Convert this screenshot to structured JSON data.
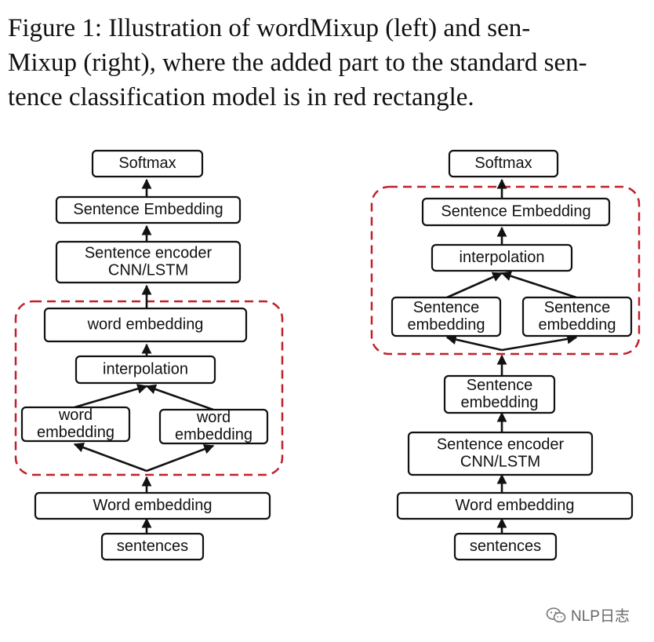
{
  "caption": {
    "lines": [
      "Figure 1: Illustration of wordMixup (left) and sen-",
      "Mixup (right), where the added part to the standard sen-",
      "tence classification model is in red rectangle."
    ]
  },
  "diagram": {
    "highlight_color": "#c0202a",
    "left": {
      "nodes": {
        "softmax": [
          "Softmax"
        ],
        "sentence_embedding": [
          "Sentence Embedding"
        ],
        "sentence_encoder": [
          "Sentence encoder",
          "CNN/LSTM"
        ],
        "word_embedding_mixed": [
          "word embedding"
        ],
        "interpolation": [
          "interpolation"
        ],
        "word_embedding_a": [
          "word",
          "embedding"
        ],
        "word_embedding_b": [
          "word",
          "embedding"
        ],
        "word_embedding_input": [
          "Word embedding"
        ],
        "sentences": [
          "sentences"
        ]
      }
    },
    "right": {
      "nodes": {
        "softmax": [
          "Softmax"
        ],
        "sentence_embedding_mixed": [
          "Sentence Embedding"
        ],
        "interpolation": [
          "interpolation"
        ],
        "sentence_embedding_a": [
          "Sentence",
          "embedding"
        ],
        "sentence_embedding_b": [
          "Sentence",
          "embedding"
        ],
        "sentence_embedding_base": [
          "Sentence",
          "embedding"
        ],
        "sentence_encoder": [
          "Sentence encoder",
          "CNN/LSTM"
        ],
        "word_embedding_input": [
          "Word embedding"
        ],
        "sentences": [
          "sentences"
        ]
      }
    }
  },
  "watermark": {
    "icon": "wechat-icon",
    "text": "NLP日志"
  }
}
